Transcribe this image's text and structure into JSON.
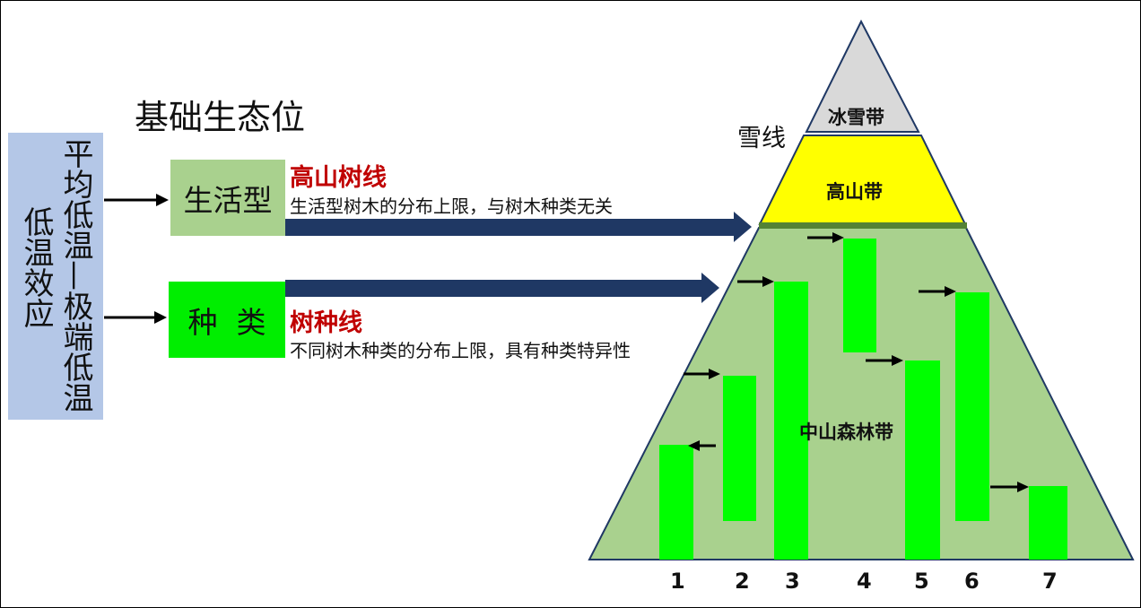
{
  "title": "基础生态位",
  "left_outer": "低温效应",
  "left_inner": "平均低温—极端低温",
  "life_form_box": "生活型",
  "species_box": "种  类",
  "alpine_treeline": {
    "heading": "高山树线",
    "description": "生活型树木的分布上限，与树木种类无关"
  },
  "tree_species_line": {
    "heading": "树种线",
    "description": "不同树木种类的分布上限，具有种类特异性"
  },
  "snow_line_label": "雪线",
  "zones": {
    "ice_snow": "冰雪带",
    "alpine": "高山带",
    "montane_forest": "中山森林带"
  },
  "species_numbers": [
    "1",
    "2",
    "3",
    "4",
    "5",
    "6",
    "7"
  ],
  "colors": {
    "blue_box": "#b4c7e7",
    "life_form_box": "#a9d18e",
    "species_box": "#00ee00",
    "red_text": "#c00000",
    "arrow_navy": "#1f3864",
    "forest_zone": "#a9d18e",
    "alpine_zone": "#ffff00",
    "ice_zone": "#d9d9d9",
    "species_bar": "#00ff00"
  }
}
